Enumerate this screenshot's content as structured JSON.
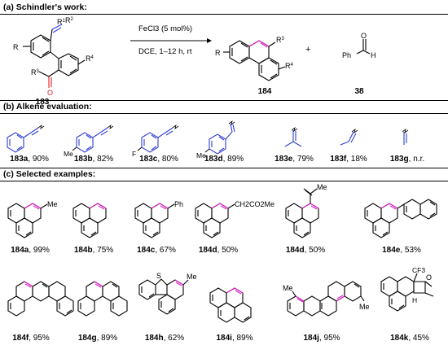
{
  "sections": {
    "a": "(a) Schindler's work:",
    "b": "(b) Alkene evaluation:",
    "c": "(c) Selected examples:"
  },
  "scheme": {
    "reagent1": "FeCl3 (5 mol%)",
    "reagent2": "DCE, 1–12 h, rt",
    "plus": "+",
    "sm_label": "183",
    "prod_label": "184",
    "byprod_label": "38",
    "atoms": {
      "R1": "R",
      "R1sup": "1",
      "R2": "R",
      "R2sup": "2",
      "R": "R",
      "R3": "R",
      "R3sup": "3",
      "R4": "R",
      "R4sup": "4",
      "O": "O",
      "Ph": "Ph",
      "H": "H"
    }
  },
  "alkenes": [
    {
      "id": "183a",
      "yield": ", 90%",
      "sub": ""
    },
    {
      "id": "183b",
      "yield": ", 82%",
      "sub": "Me"
    },
    {
      "id": "183c",
      "yield": ", 80%",
      "sub": "F"
    },
    {
      "id": "183d",
      "yield": ", 89%",
      "sub": "Me"
    },
    {
      "id": "183e",
      "yield": ", 79%",
      "sub": ""
    },
    {
      "id": "183f",
      "yield": ", 18%",
      "sub": ""
    },
    {
      "id": "183g",
      "yield": ", n.r.",
      "sub": ""
    }
  ],
  "examples_row1": [
    {
      "id": "184a",
      "yield": ", 99%",
      "sub": "Me"
    },
    {
      "id": "184b",
      "yield": ", 75%",
      "sub": ""
    },
    {
      "id": "184c",
      "yield": ", 67%",
      "sub": "Ph"
    },
    {
      "id": "184d",
      "yield": ", 50%",
      "sub": "CH2CO2Me"
    },
    {
      "id": "184d",
      "yield": ", 50%",
      "sub": "Me"
    },
    {
      "id": "184e",
      "yield": ", 53%",
      "sub": ""
    }
  ],
  "examples_row2": [
    {
      "id": "184f",
      "yield": ", 95%",
      "sub": ""
    },
    {
      "id": "184g",
      "yield": ", 89%",
      "sub": ""
    },
    {
      "id": "184h",
      "yield": ", 62%",
      "sub": "Me",
      "hetero": "S"
    },
    {
      "id": "184i",
      "yield": ", 89%",
      "sub": ""
    },
    {
      "id": "184j",
      "yield": ", 95%",
      "sub": "Me",
      "sub2": "Me"
    },
    {
      "id": "184k",
      "yield": ", 45%",
      "sub": "CF3",
      "hetero": "O",
      "h": "H"
    }
  ],
  "colors": {
    "blue": "#2f3fd6",
    "red": "#e0202a",
    "magenta": "#e020c8",
    "ink": "#000000"
  }
}
